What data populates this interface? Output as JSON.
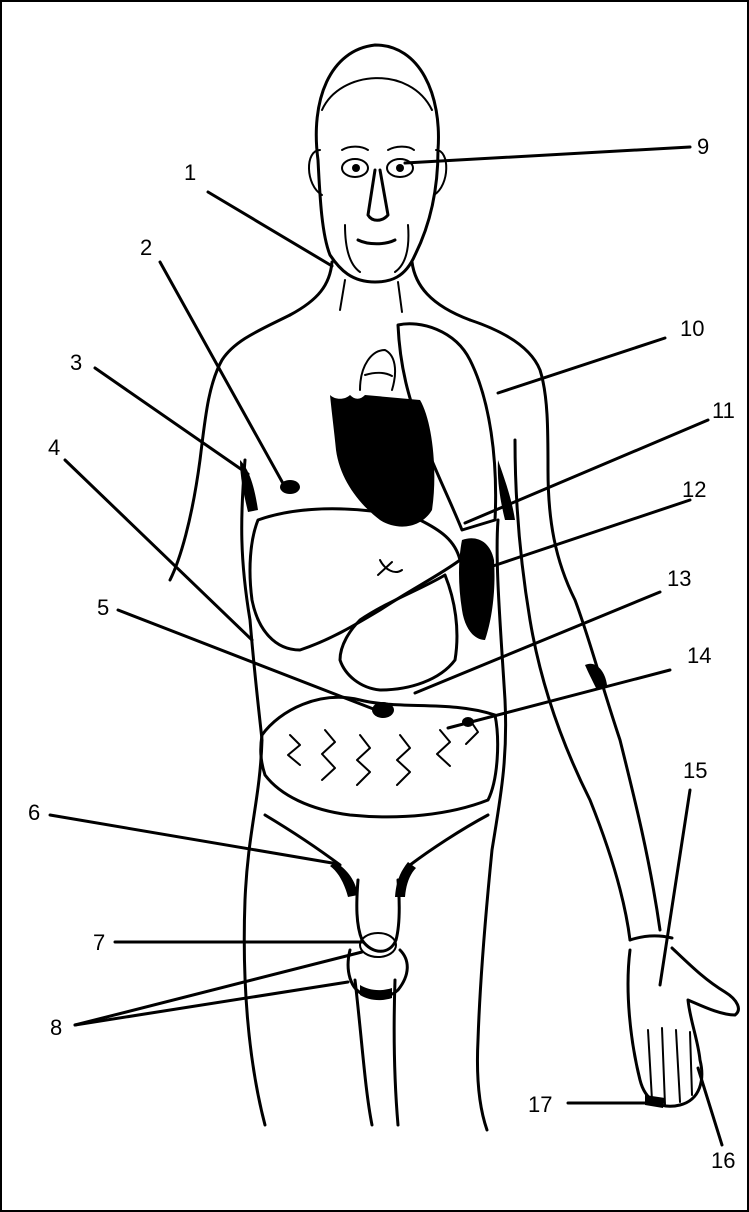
{
  "labels": [
    {
      "id": "1",
      "text": "1"
    },
    {
      "id": "2",
      "text": "2"
    },
    {
      "id": "3",
      "text": "3"
    },
    {
      "id": "4",
      "text": "4"
    },
    {
      "id": "5",
      "text": "5"
    },
    {
      "id": "6",
      "text": "6"
    },
    {
      "id": "7",
      "text": "7"
    },
    {
      "id": "8",
      "text": "8"
    },
    {
      "id": "9",
      "text": "9"
    },
    {
      "id": "10",
      "text": "10"
    },
    {
      "id": "11",
      "text": "11"
    },
    {
      "id": "12",
      "text": "12"
    },
    {
      "id": "13",
      "text": "13"
    },
    {
      "id": "14",
      "text": "14"
    },
    {
      "id": "15",
      "text": "15"
    },
    {
      "id": "16",
      "text": "16"
    },
    {
      "id": "17",
      "text": "17"
    }
  ]
}
